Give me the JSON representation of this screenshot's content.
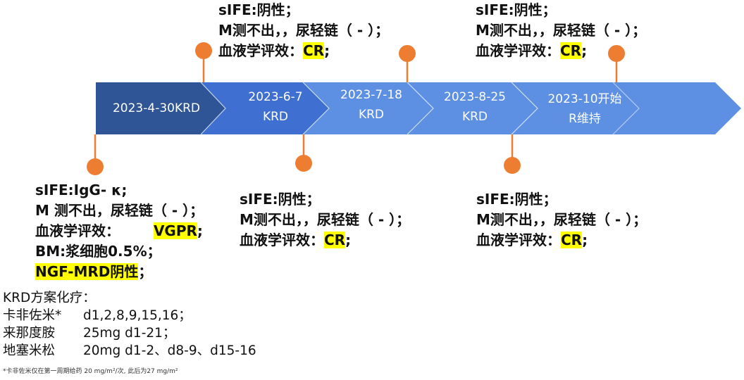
{
  "timeline": {
    "segments": [
      {
        "line1": "2023-4-30KRD",
        "line2": ""
      },
      {
        "line1": "2023-6-7",
        "line2": "KRD"
      },
      {
        "line1": "2023-7-18",
        "line2": "KRD"
      },
      {
        "line1": "2023-8-25",
        "line2": "KRD"
      },
      {
        "line1": "2023-10开始",
        "line2": "R维持"
      }
    ],
    "colors": {
      "seg0": "#2f5597",
      "seg1": "#3f6fd0",
      "seg2": "#5d8fe2",
      "seg3": "#5d8fe2",
      "seg4": "#5d8fe2",
      "marker": "#ed7d31",
      "highlight": "#ffff00"
    }
  },
  "notes": {
    "n1": {
      "l1": "sIFE:IgG- κ;",
      "l2": "M 测不出，尿轻链（ - ）；",
      "l3_label": "血液学评效：  ",
      "l3_value": "VGPR",
      "l3_suffix": ";",
      "l4": "BM:浆细胞0.5%；",
      "l5_value": "NGF-MRD阴性",
      "l5_suffix": "；"
    },
    "n2": {
      "l1": "sIFE:阴性；",
      "l2": "M测不出，，尿轻链（ - ）；",
      "l3_label": "血液学评效：",
      "l3_value": "CR",
      "l3_suffix": ";"
    },
    "n3": {
      "l1": "sIFE:阴性；",
      "l2": "M测不出，，尿轻链（ - ）；",
      "l3_label": "血液学评效：",
      "l3_value": "CR",
      "l3_suffix": ";"
    },
    "n4": {
      "l1": "sIFE:阴性；",
      "l2": "M测不出，，尿轻链（ - ）；",
      "l3_label": "血液学评效：",
      "l3_value": "CR",
      "l3_suffix": ";"
    },
    "n5": {
      "l1": "sIFE:阴性；",
      "l2": "M测不出，，尿轻链（ - ）；",
      "l3_label": "血液学评效：",
      "l3_value": "CR",
      "l3_suffix": ";"
    }
  },
  "regimen": {
    "title": "KRD方案化疗：",
    "rows": [
      {
        "drug": "卡非佐米*",
        "dose": "d1,2,8,9,15,16；"
      },
      {
        "drug": "来那度胺",
        "dose": "25mg d1-21；"
      },
      {
        "drug": "地塞米松",
        "dose": "20mg d1-2、d8-9、d15-16"
      }
    ],
    "footnote": "*卡非佐米仅在第一周期给药 20 mg/m²/次, 此后为27 mg/m²"
  }
}
